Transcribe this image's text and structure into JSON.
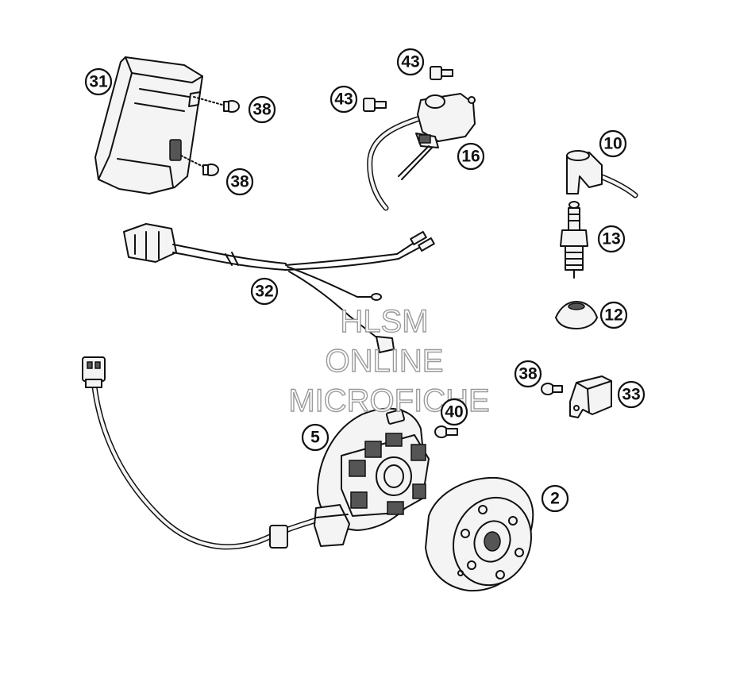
{
  "callouts": [
    {
      "id": "c31",
      "label": "31"
    },
    {
      "id": "c38a",
      "label": "38"
    },
    {
      "id": "c38b",
      "label": "38"
    },
    {
      "id": "c43a",
      "label": "43"
    },
    {
      "id": "c43b",
      "label": "43"
    },
    {
      "id": "c16",
      "label": "16"
    },
    {
      "id": "c10",
      "label": "10"
    },
    {
      "id": "c13",
      "label": "13"
    },
    {
      "id": "c32",
      "label": "32"
    },
    {
      "id": "c12",
      "label": "12"
    },
    {
      "id": "c38c",
      "label": "38"
    },
    {
      "id": "c33",
      "label": "33"
    },
    {
      "id": "c40",
      "label": "40"
    },
    {
      "id": "c5",
      "label": "5"
    },
    {
      "id": "c2",
      "label": "2"
    }
  ],
  "watermark": {
    "line1": "HLSM",
    "line2": "ONLINE",
    "line3": "MICROFICHE"
  }
}
